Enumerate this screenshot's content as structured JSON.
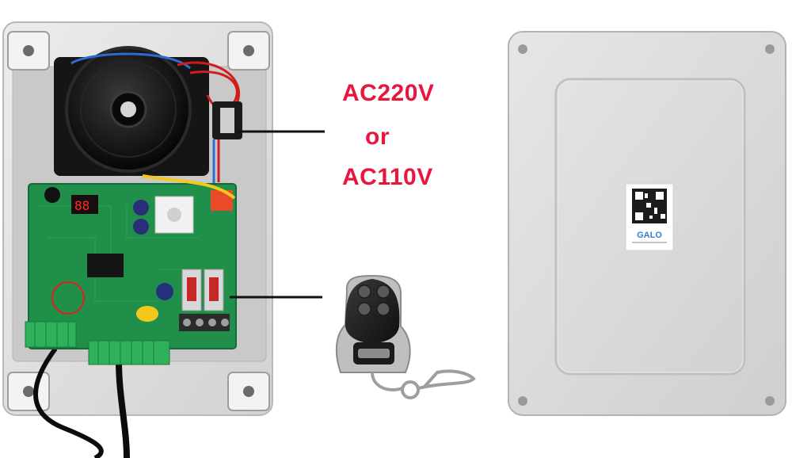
{
  "labels": {
    "voltage_primary": "AC220V",
    "connector": "or",
    "voltage_secondary": "AC110V"
  },
  "qr_sticker": {
    "brand": "GALO"
  },
  "colors": {
    "label_red": "#e8163c",
    "pcb_green": "#1f8f4a",
    "enclosure_grey": "#dcdcdc",
    "remote_black": "#1a1a1a"
  },
  "icons": {
    "remote": "car-key-remote-icon",
    "transformer": "toroidal-transformer-icon",
    "qr": "qr-code-icon"
  }
}
